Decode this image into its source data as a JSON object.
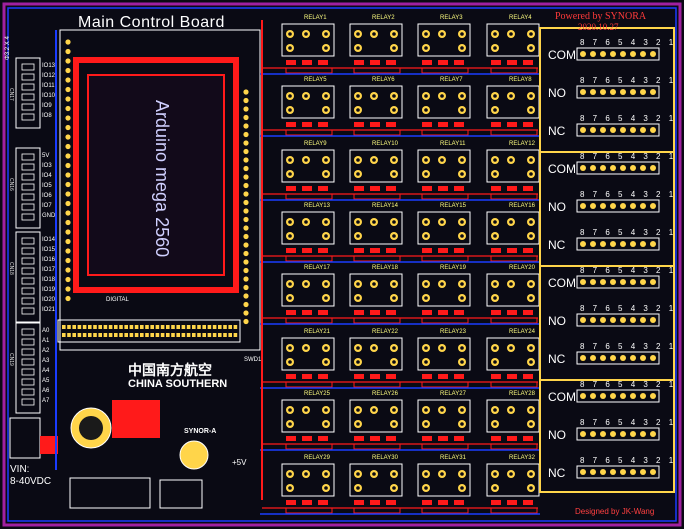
{
  "board": {
    "title": "Main Control Board",
    "powered_by": "Powered by SYNORA",
    "date": "2020.10.27",
    "designer": "Designed by JK-Wang",
    "mcu_label": "Arduino mega 2560",
    "vin_line1": "VIN:",
    "vin_line2": "8-40VDC",
    "brand_cn": "中国南方航空",
    "brand_en": "CHINA SOUTHERN",
    "synor": "SYNOR-A",
    "header_top_left": "Φ3.2 X 4",
    "digital_label": "DIGITAL",
    "swd": "SWD1",
    "plus5v": "+5V"
  },
  "relays": [
    "RELAY1",
    "RELAY2",
    "RELAY3",
    "RELAY4",
    "RELAY5",
    "RELAY6",
    "RELAY7",
    "RELAY8",
    "RELAY9",
    "RELAY10",
    "RELAY11",
    "RELAY12",
    "RELAY13",
    "RELAY14",
    "RELAY15",
    "RELAY16",
    "RELAY17",
    "RELAY18",
    "RELAY19",
    "RELAY20",
    "RELAY21",
    "RELAY22",
    "RELAY23",
    "RELAY24",
    "RELAY25",
    "RELAY26",
    "RELAY27",
    "RELAY28",
    "RELAY29",
    "RELAY30",
    "RELAY31",
    "RELAY32"
  ],
  "connectors": [
    "COM",
    "NO",
    "NC",
    "COM",
    "NO",
    "NC",
    "COM",
    "NO",
    "NC",
    "COM",
    "NO",
    "NC"
  ],
  "pin_numbers": "8 7 6 5 4 3 2 1",
  "io_groups": [
    [
      "IO13",
      "IO12",
      "IO11",
      "IO10",
      "IO9",
      "IO8"
    ],
    [
      "5V",
      "IO3",
      "IO4",
      "IO5",
      "IO6",
      "IO7",
      "GND"
    ],
    [
      "IO14",
      "IO15",
      "IO16",
      "IO17",
      "IO18",
      "IO19",
      "IO20",
      "IO21"
    ],
    [
      "A0",
      "A1",
      "A2",
      "A3",
      "A4",
      "A5",
      "A6",
      "A7"
    ]
  ],
  "side_cn": [
    "CN17",
    "CN16",
    "CN18",
    "CN19"
  ],
  "colors": {
    "top_copper": "#ff1a1a",
    "bottom_copper": "#1a3cff",
    "outline": "#ffd54a",
    "silk": "#ffffff",
    "board": "#0a0a14"
  }
}
